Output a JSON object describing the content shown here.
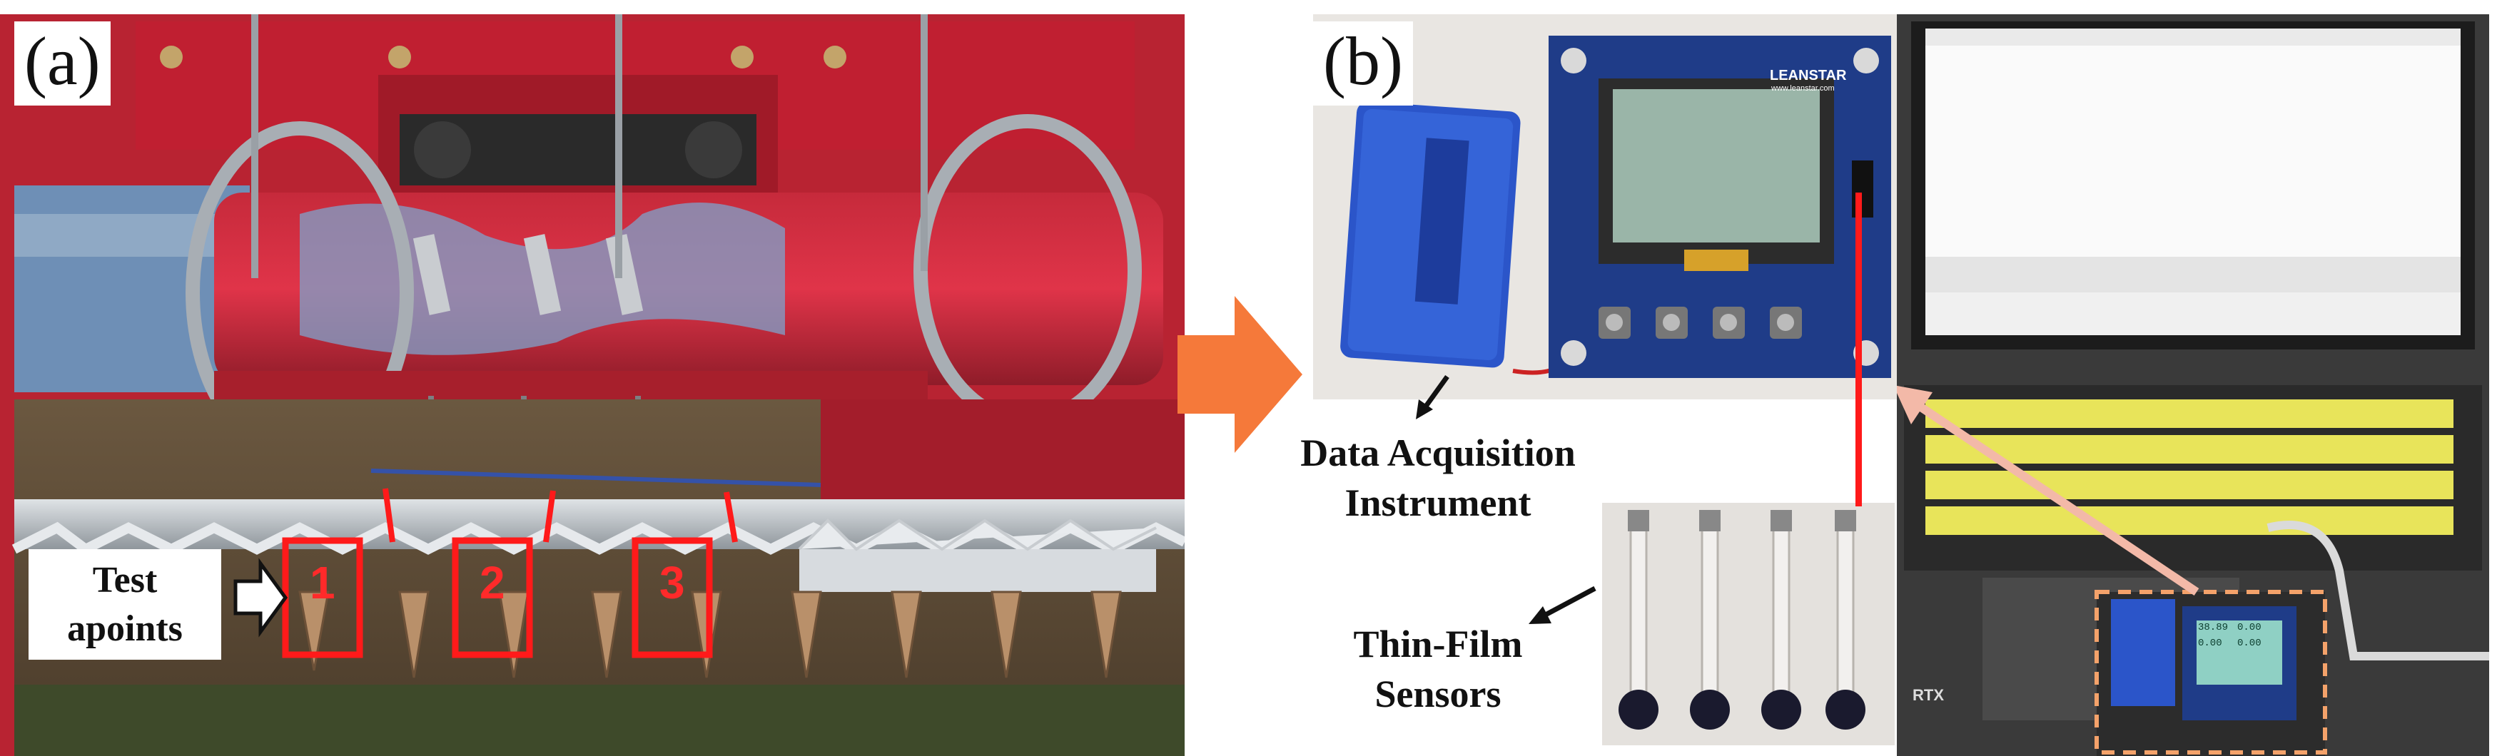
{
  "panel_a": {
    "label": "(a)",
    "test_points_label_line1": "Test",
    "test_points_label_line2": "apoints",
    "point_numbers": [
      "1",
      "2",
      "3"
    ]
  },
  "panel_b": {
    "label": "(b)",
    "lcd_brand": "LEANSTAR",
    "lcd_site": "www.leanstar.com",
    "daq_caption_line1": "Data Acquisition",
    "daq_caption_line2": "Instrument",
    "sensor_caption_line1": "Thin-Film",
    "sensor_caption_line2": "Sensors",
    "laptop_brand": "RTX",
    "lcd_screen_values": [
      "38.89",
      "0.00",
      "0.00",
      "0.00"
    ]
  },
  "colors": {
    "harvester_red": "#d42234",
    "highlight_red": "#ff1a1a",
    "arrow_orange": "#f5793a",
    "pcb_blue": "#1f3c88",
    "lcd_green": "#9ab5a8",
    "dashed_orange": "#f4a26a",
    "pink_arrow": "#f3b9a8"
  }
}
